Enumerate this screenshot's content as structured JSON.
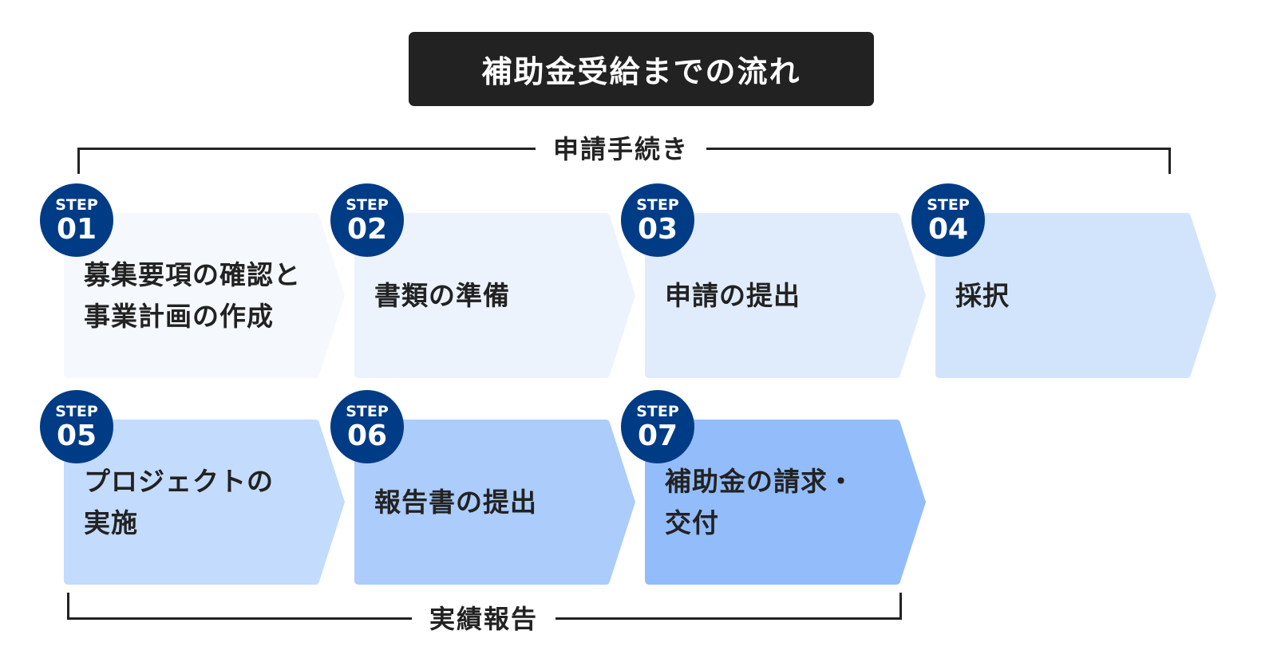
{
  "title": "補助金受給までの流れ",
  "groups": {
    "application": "申請手続き",
    "report": "実績報告"
  },
  "step_prefix": "STEP",
  "steps": [
    {
      "num": "01",
      "line1": "募集要項の確認と",
      "line2": "事業計画の作成",
      "color": "#f5f8fd"
    },
    {
      "num": "02",
      "line1": "書類の準備",
      "line2": "",
      "color": "#ecf3fd"
    },
    {
      "num": "03",
      "line1": "申請の提出",
      "line2": "",
      "color": "#e0ecfc"
    },
    {
      "num": "04",
      "line1": "採択",
      "line2": "",
      "color": "#d2e4fc"
    },
    {
      "num": "05",
      "line1": "プロジェクトの",
      "line2": "実施",
      "color": "#c3dbfc"
    },
    {
      "num": "06",
      "line1": "報告書の提出",
      "line2": "",
      "color": "#acccfb"
    },
    {
      "num": "07",
      "line1": "補助金の請求・",
      "line2": "交付",
      "color": "#93bcfa"
    }
  ],
  "colors": {
    "badge": "#003b86",
    "title_bg": "#222222"
  }
}
